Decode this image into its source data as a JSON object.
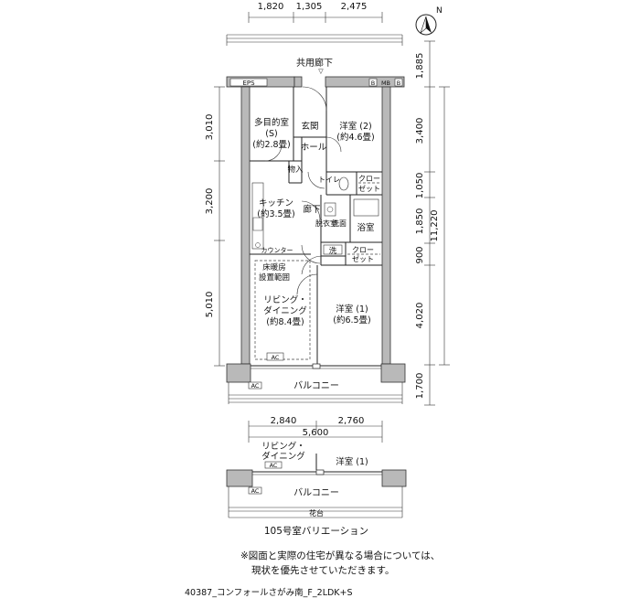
{
  "dimensions": {
    "top": [
      "1,820",
      "1,305",
      "2,475"
    ],
    "left": [
      "3,010",
      "3,200",
      "5,010"
    ],
    "right": [
      "1,885",
      "3,400",
      "1,050",
      "1,850",
      "900",
      "4,020",
      "1,700"
    ],
    "right_total": "11,220",
    "bottom": [
      "2,840",
      "2,760"
    ],
    "bottom_total": "5,600"
  },
  "compass": "N",
  "labels": {
    "corridor": "共用廊下",
    "eps": "EPS",
    "mb": "MB",
    "b1": "B",
    "b2": "B",
    "entrance_arrow": "▽",
    "multipurpose_1": "多目的室",
    "multipurpose_2": "(S)",
    "multipurpose_3": "(約2.8畳)",
    "genkan": "玄関",
    "hall": "ホール",
    "western2_1": "洋室 (2)",
    "western2_2": "(約4.6畳)",
    "storage": "物入",
    "toilet": "トイレ",
    "closet_a_1": "クロー",
    "closet_a_2": "ゼット",
    "kitchen_1": "キッチン",
    "kitchen_2": "(約3.5畳)",
    "hallway": "廊下",
    "dressing": "脱衣室",
    "washroom": "洗面",
    "bath": "浴室",
    "washer": "洗",
    "closet_b_1": "クロー",
    "closet_b_2": "ゼット",
    "counter": "カウンター",
    "floorheat_1": "床暖房",
    "floorheat_2": "設置範囲",
    "living_1": "リビング・",
    "living_2": "ダイニング",
    "living_3": "(約8.4畳)",
    "western1_1": "洋室 (1)",
    "western1_2": "(約6.5畳)",
    "ac": "AC",
    "balcony": "バルコニー"
  },
  "variation": {
    "living_1": "リビング・",
    "living_2": "ダイニング",
    "western1": "洋室 (1)",
    "ac": "AC",
    "balcony": "バルコニー",
    "planter": "花台",
    "title": "105号室バリエーション"
  },
  "notes": {
    "line1": "※図面と実際の住宅が異なる場合については、",
    "line2": "現状を優先させていただきます。"
  },
  "code": "40387_コンフォールさがみ南_F_2LDK+S"
}
